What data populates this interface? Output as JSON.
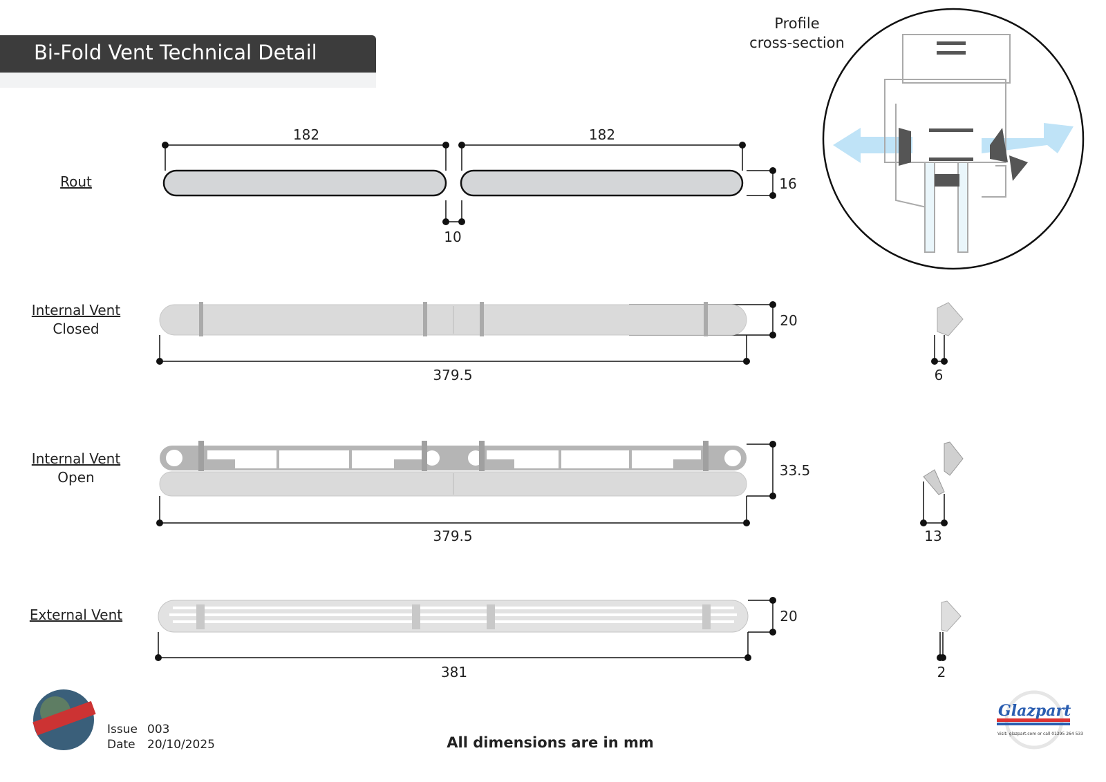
{
  "header": {
    "title": "Bi-Fold Vent Technical Detail"
  },
  "profile": {
    "line1": "Profile",
    "line2": "cross-section"
  },
  "sections": {
    "rout": {
      "label": "Rout",
      "slot_length_1": "182",
      "slot_length_2": "182",
      "height": "16",
      "gap": "10"
    },
    "internal_closed": {
      "label1": "Internal Vent",
      "label2": "Closed",
      "height": "20",
      "length": "379.5",
      "depth": "6"
    },
    "internal_open": {
      "label1": "Internal Vent",
      "label2": "Open",
      "height": "33.5",
      "length": "379.5",
      "depth": "13"
    },
    "external": {
      "label": "External Vent",
      "height": "20",
      "length": "381",
      "depth": "2"
    }
  },
  "footer": {
    "issue_label": "Issue",
    "issue": "003",
    "date_label": "Date",
    "date": "20/10/2025",
    "note": "All dimensions are in mm",
    "brand": "Glazpart",
    "contact": "Visit: glazpart.com or call 01295 264 533"
  },
  "colors": {
    "title_bg": "#3c3c3c",
    "vent": "#d9d9d9",
    "rout": "#d4d6d8",
    "airflow": "#bfe3f7"
  }
}
